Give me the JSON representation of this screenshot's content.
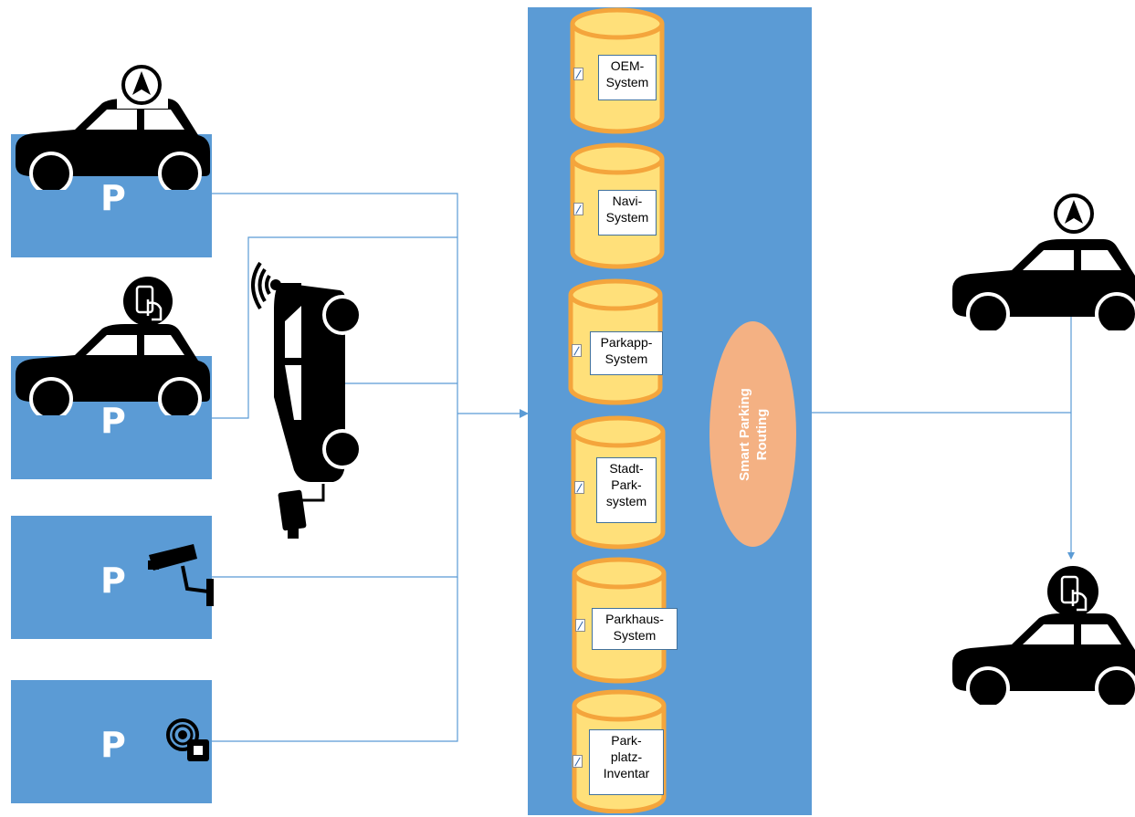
{
  "parking_sources": [
    {
      "label": "P",
      "device": "navigation-car"
    },
    {
      "label": "P",
      "device": "app-car"
    },
    {
      "label": "P",
      "device": "camera"
    },
    {
      "label": "P",
      "device": "sensor"
    }
  ],
  "systems": [
    {
      "label": "OEM-\nSystem"
    },
    {
      "label": "Navi-\nSystem"
    },
    {
      "label": "Parkapp-\nSystem"
    },
    {
      "label": "Stadt-\nPark-\nsystem"
    },
    {
      "label": "Parkhaus-\nSystem"
    },
    {
      "label": "Park-\nplatz-\nInventar"
    }
  ],
  "routing": {
    "label": "Smart Parking\nRouting"
  },
  "colors": {
    "panel": "#5b9bd5",
    "routing": "#f4b183",
    "cylinder_fill": "#ffe07a",
    "cylinder_stroke": "#f4a53c",
    "line": "#5b9bd5"
  }
}
